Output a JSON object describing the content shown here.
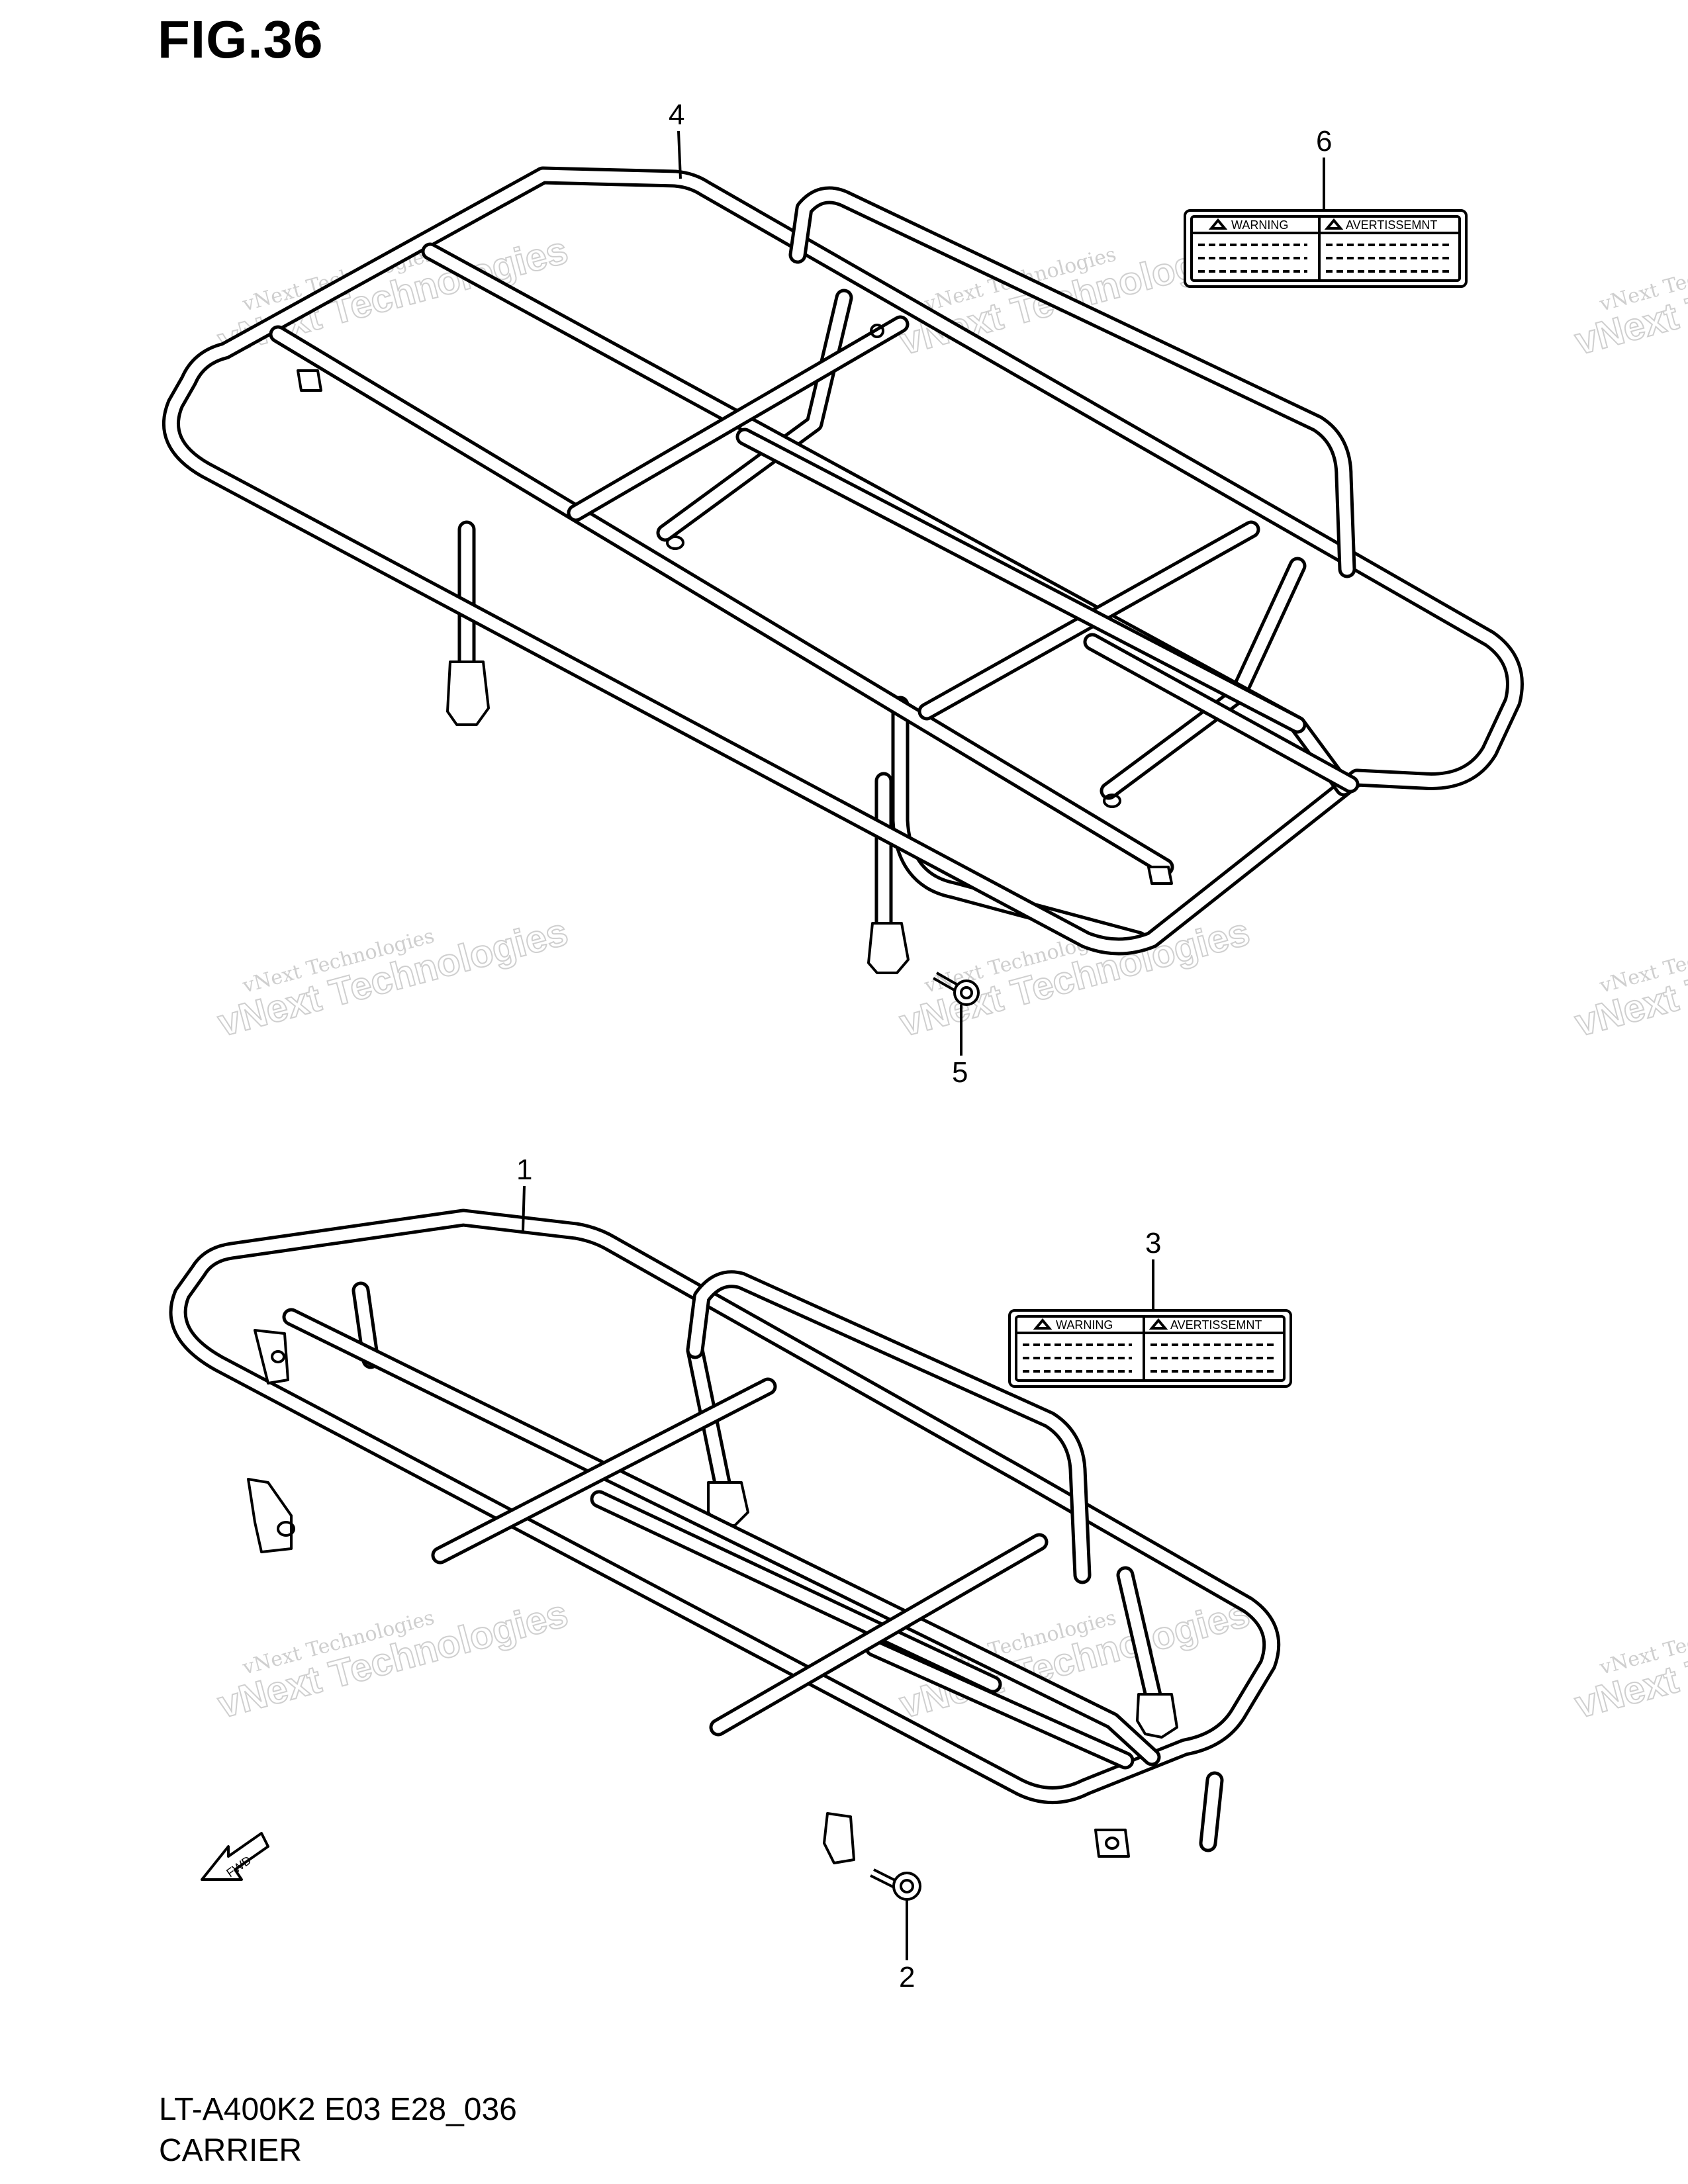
{
  "figure_title": "FIG.36",
  "footer": {
    "model_code": "LT-A400K2 E03 E28_036",
    "section_title": "CARRIER"
  },
  "callouts": [
    "1",
    "2",
    "3",
    "4",
    "5",
    "6"
  ],
  "labels": {
    "warning": "WARNING",
    "avertissement": "AVERTISSEMNT"
  },
  "fwd_arrow_text": "FWD",
  "watermark": {
    "line1": "vNext Technologies",
    "line2": "vNext Technologies"
  }
}
